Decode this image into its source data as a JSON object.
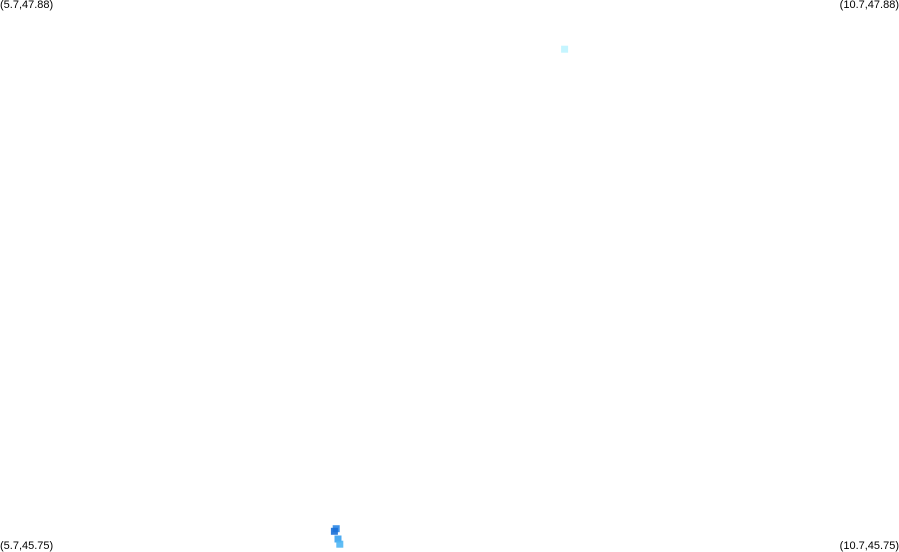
{
  "map": {
    "corners": {
      "top_left": "(5.7,47.88)",
      "top_right": "(10.7,47.88)",
      "bottom_left": "(5.7,45.75)",
      "bottom_right": "(10.7,45.75)"
    },
    "bounds": {
      "lon_min": 5.7,
      "lon_max": 10.7,
      "lat_min": 45.75,
      "lat_max": 47.88
    },
    "markers": [
      {
        "lon": 8.84,
        "lat": 47.69,
        "color": "#bff4ff"
      },
      {
        "lon": 7.57,
        "lat": 45.84,
        "color": "#2a86e6"
      },
      {
        "lon": 7.56,
        "lat": 45.83,
        "color": "#1a6fd6"
      },
      {
        "lon": 7.58,
        "lat": 45.8,
        "color": "#3aa2f0"
      },
      {
        "lon": 7.59,
        "lat": 45.78,
        "color": "#4fb6f4"
      }
    ]
  }
}
